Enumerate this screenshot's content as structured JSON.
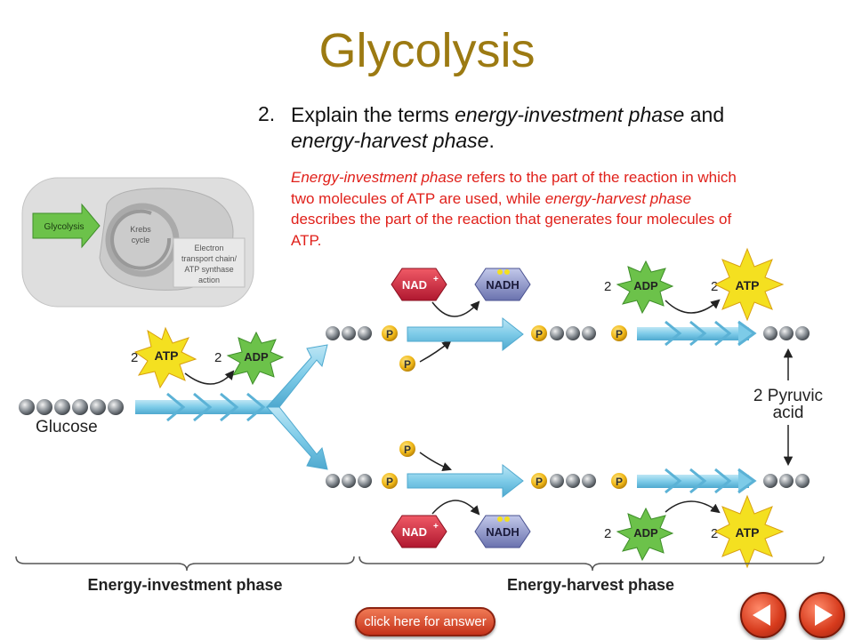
{
  "title": "Glycolysis",
  "question": {
    "number": "2.",
    "text_pre": "Explain the terms ",
    "term1": "energy-investment phase",
    "text_mid": " and ",
    "term2": "energy-harvest phase",
    "text_post": "."
  },
  "answer": {
    "term1": "Energy-investment phase",
    "text1": " refers to the part of the reaction in which two molecules of ATP are used, while ",
    "term2": "energy-harvest phase",
    "text2": " describes the part of the reaction that generates four molecules of ATP."
  },
  "inset": {
    "glycolysis": "Glycolysis",
    "krebs_line1": "Krebs",
    "krebs_line2": "cycle",
    "etc_line1": "Electron",
    "etc_line2": "transport chain/",
    "etc_line3": "ATP synthase",
    "etc_line4": "action"
  },
  "diagram": {
    "glucose": "Glucose",
    "atp": "ATP",
    "adp": "ADP",
    "nad": "NAD",
    "nad_sup": "+",
    "nadh": "NADH",
    "p": "P",
    "two": "2",
    "pyruvic_line1": "2 Pyruvic",
    "pyruvic_line2": "acid",
    "investment_phase": "Energy-investment phase",
    "harvest_phase": "Energy-harvest phase"
  },
  "colors": {
    "title": "#9c7a12",
    "answer": "#e0201a",
    "atp_star": "#f4e020",
    "adp_star": "#6cc24a",
    "nad": "#d8283c",
    "nadh": "#8a94c8",
    "phosphate": "#f0b818",
    "arrow": "#7dcbe8"
  },
  "buttons": {
    "answer": "click here for answer",
    "prev_icon": "triangle-left-icon",
    "next_icon": "triangle-right-icon"
  }
}
